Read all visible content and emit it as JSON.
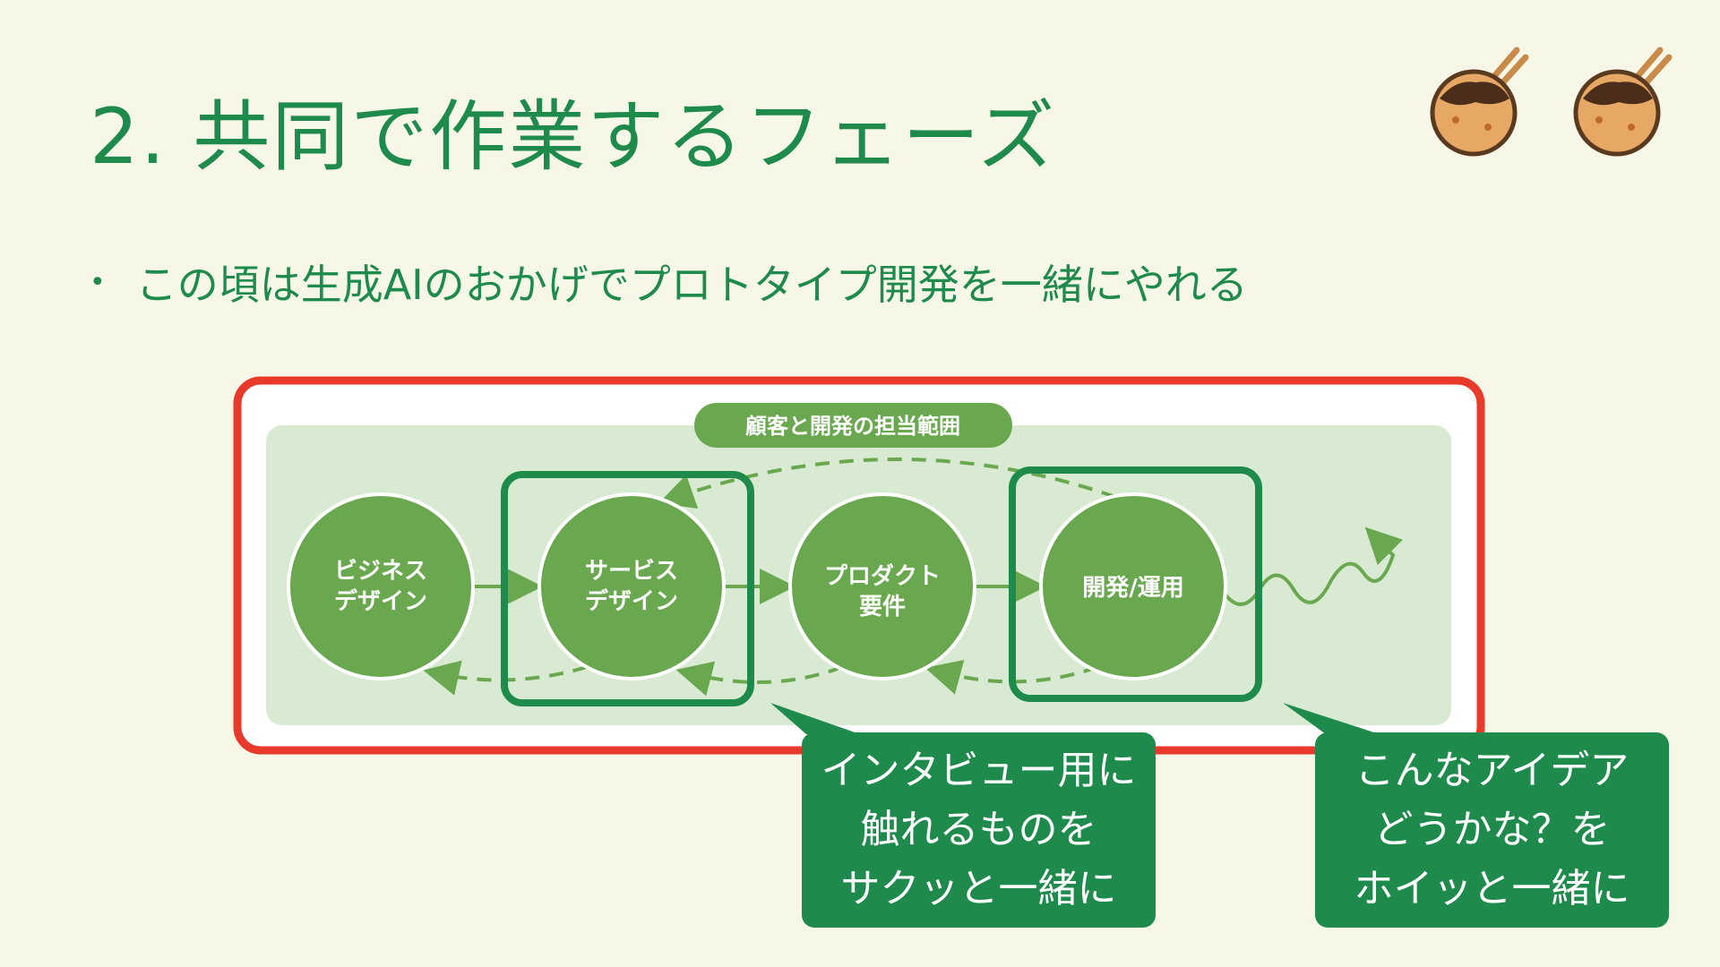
{
  "title": "2. 共同で作業するフェーズ",
  "bullet": "この頃は生成AIのおかげでプロトタイプ開発を一緒にやれる",
  "diagram": {
    "header": "顧客と開発の担当範囲",
    "stages": [
      {
        "lines": [
          "ビジネス",
          "デザイン"
        ]
      },
      {
        "lines": [
          "サービス",
          "デザイン"
        ]
      },
      {
        "lines": [
          "プロダクト",
          "要件"
        ]
      },
      {
        "lines": [
          "開発/運用"
        ]
      }
    ]
  },
  "callouts": [
    {
      "lines": [
        "インタビュー用に",
        "触れるものを",
        "サクッと一緒に"
      ]
    },
    {
      "lines": [
        "こんなアイデア",
        "どうかな？を",
        "ホイッと一緒に"
      ]
    }
  ],
  "colors": {
    "background": "#f7f7e8",
    "title": "#1e8a4c",
    "stage_circle": "#6aa84f",
    "panel": "#d9ead3",
    "header_pill": "#6aa84f",
    "red_outline": "#e8392a",
    "green_outline": "#1e8a4c",
    "callout": "#1e8a4c"
  }
}
